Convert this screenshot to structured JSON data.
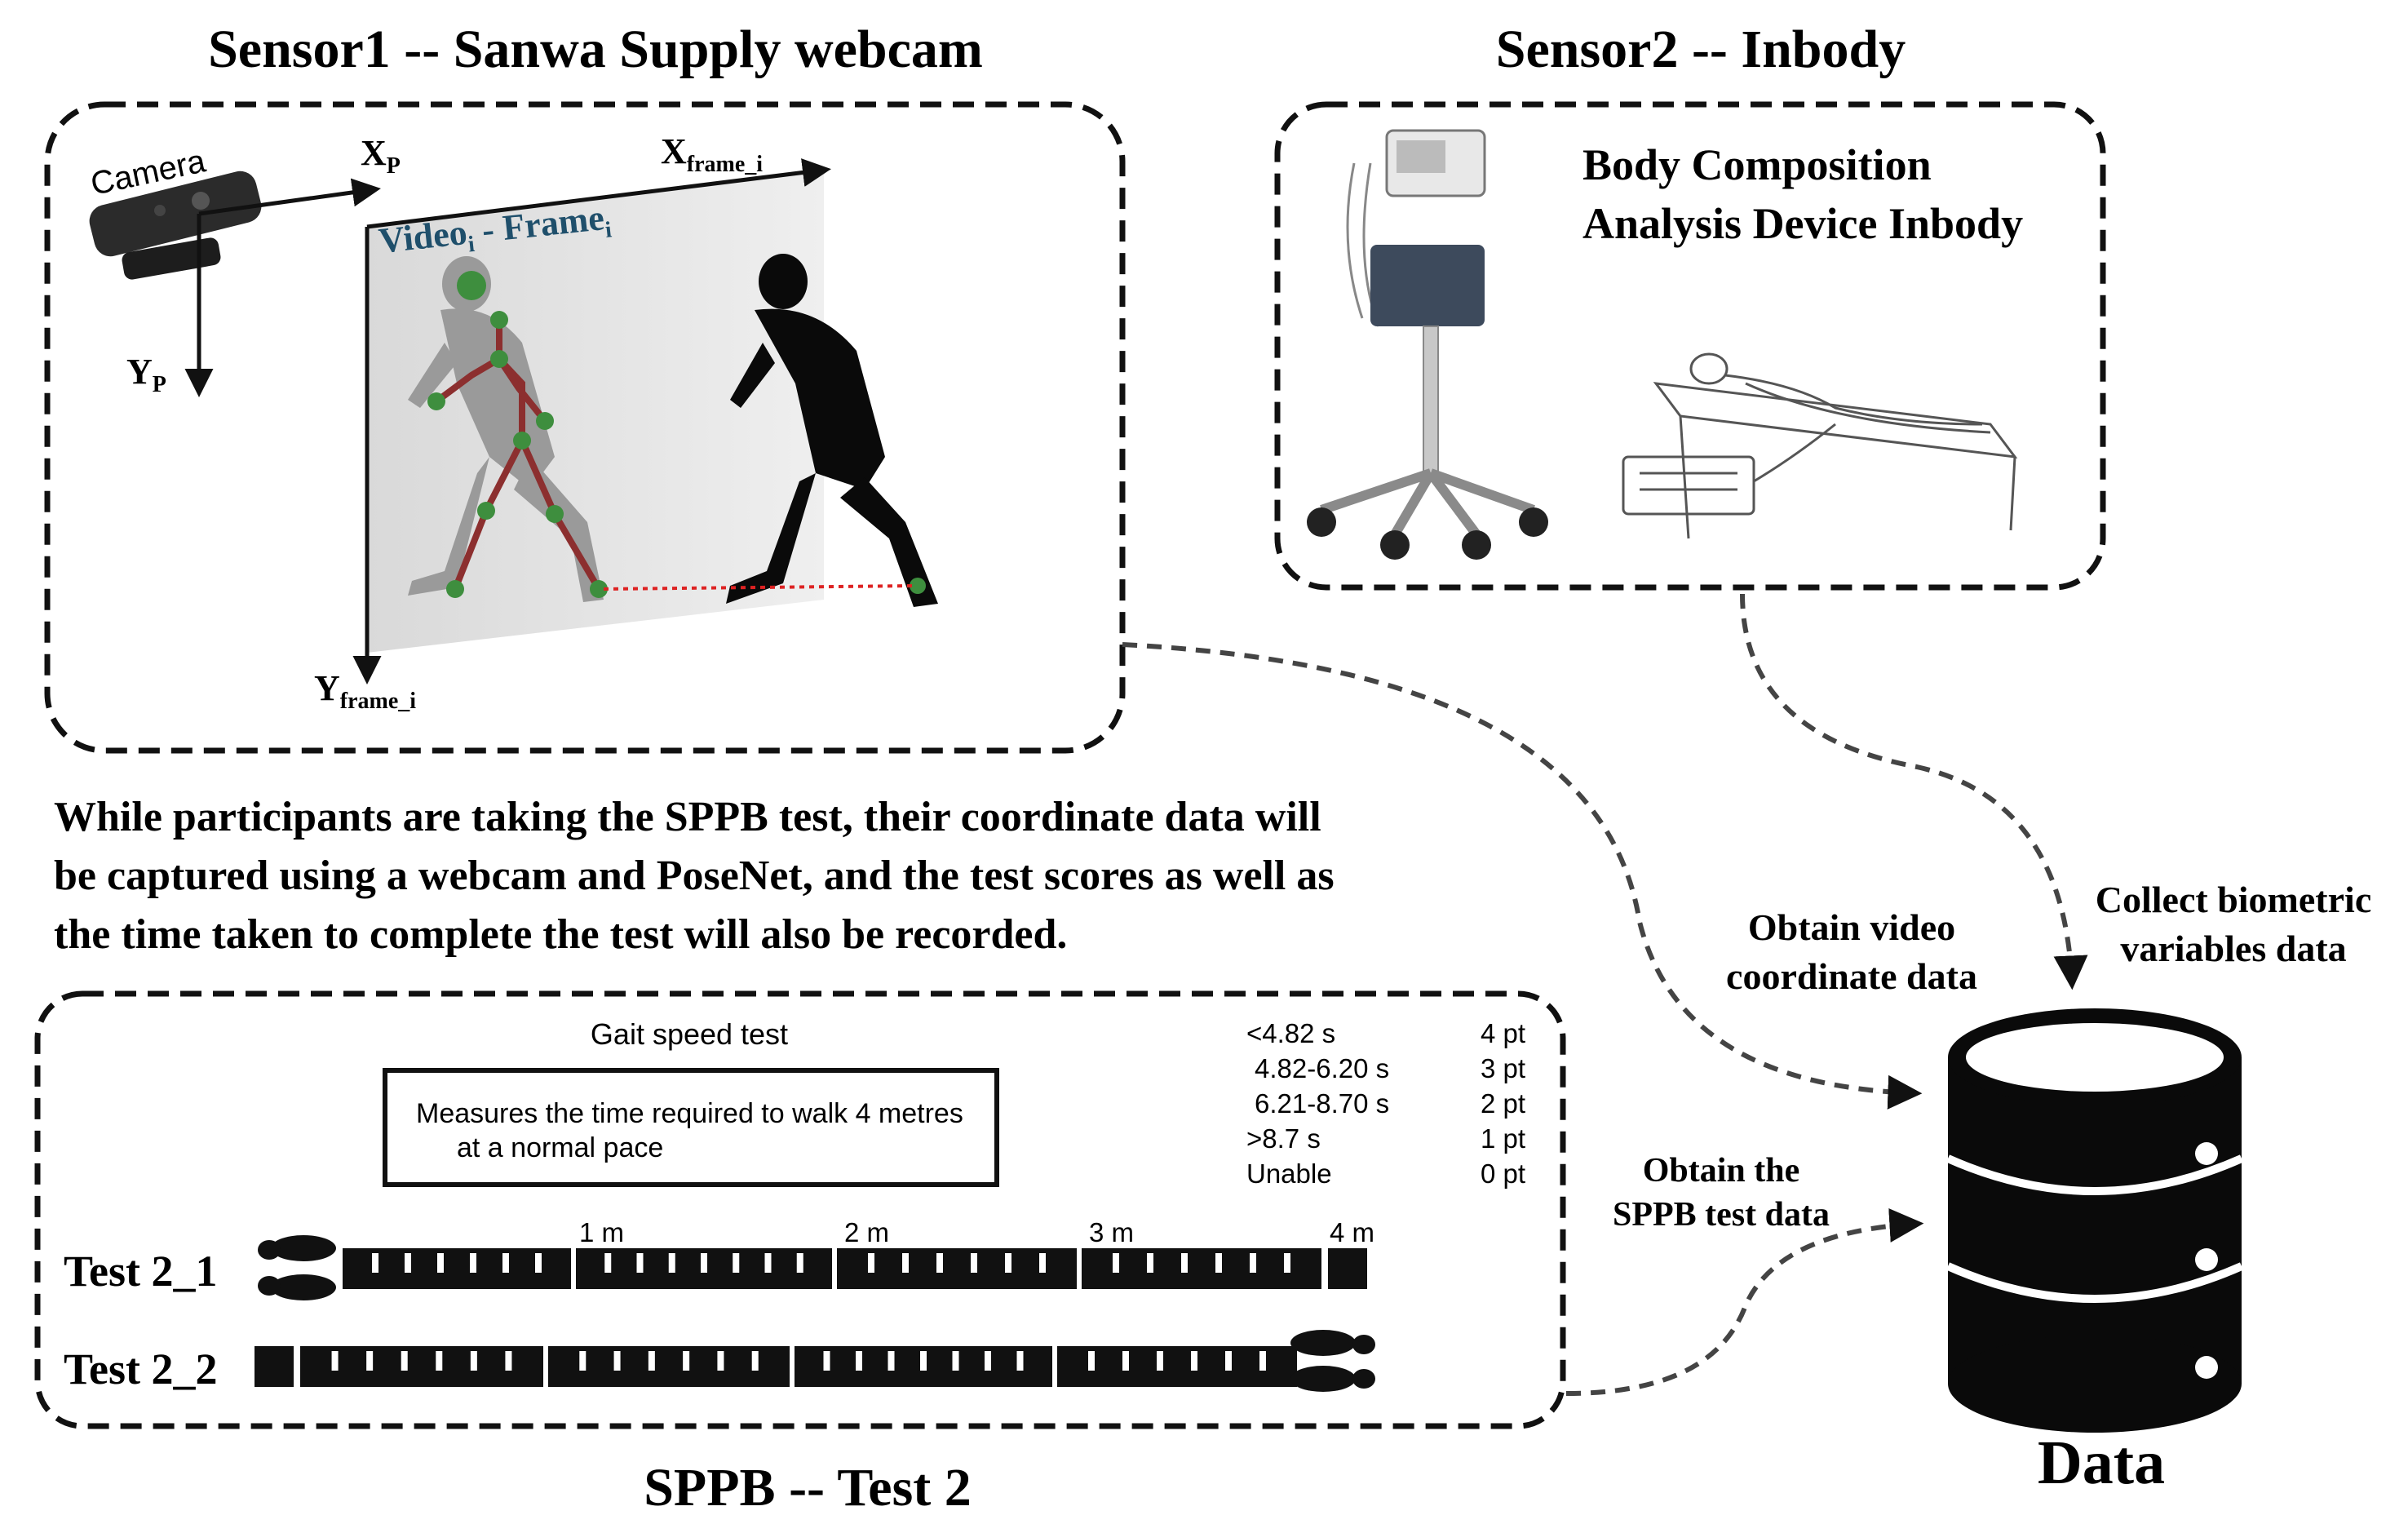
{
  "sensor1": {
    "title": "Sensor1 -- Sanwa Supply webcam",
    "camera_label": "Camera",
    "axis_xp": "X",
    "axis_xp_sub": "P",
    "axis_yp": "Y",
    "axis_yp_sub": "P",
    "axis_xframe": "X",
    "axis_xframe_sub": "frame_i",
    "axis_yframe": "Y",
    "axis_yframe_sub": "frame_i",
    "video_label": "Video",
    "video_sub": "i",
    "frame_label": " - Frame",
    "frame_sub": "i"
  },
  "sensor2": {
    "title": "Sensor2 -- Inbody",
    "device_line1": "Body Composition",
    "device_line2": "Analysis Device Inbody"
  },
  "description": {
    "line1": "While participants are taking the SPPB test, their coordinate data will",
    "line2": "be captured using a webcam and PoseNet, and the test scores as well as",
    "line3": "the time taken to complete the test will also be recorded."
  },
  "sppb": {
    "title": "SPPB -- Test 2",
    "test_name": "Gait speed test",
    "measure_line1": "Measures the time required to walk 4 metres",
    "measure_line2": "at a normal pace",
    "scores": [
      {
        "time": "<4.82 s",
        "points": "4 pt"
      },
      {
        "time": "4.82-6.20 s",
        "points": "3 pt"
      },
      {
        "time": "6.21-8.70 s",
        "points": "2 pt"
      },
      {
        "time": ">8.7 s",
        "points": "1 pt"
      },
      {
        "time": "Unable",
        "points": "0 pt"
      }
    ],
    "distance_marks": [
      "1 m",
      "2 m",
      "3 m",
      "4 m"
    ],
    "test1_label": "Test 2_1",
    "test2_label": "Test 2_2"
  },
  "flows": {
    "video_line1": "Obtain video",
    "video_line2": "coordinate data",
    "bio_line1": "Collect biometric",
    "bio_line2": "variables data",
    "sppb_line1": "Obtain the",
    "sppb_line2": "SPPB test data"
  },
  "database": {
    "label": "Data"
  }
}
